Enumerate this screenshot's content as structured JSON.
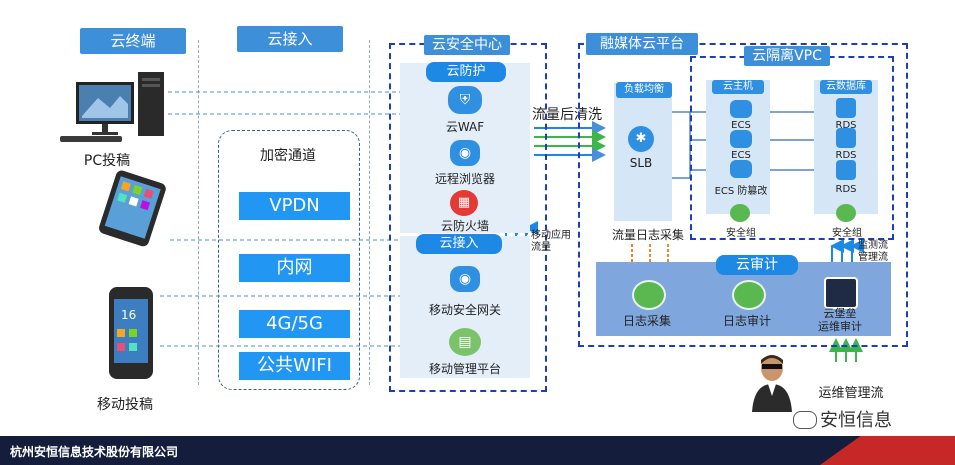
{
  "columns": {
    "terminal": "云终端",
    "access": "云接入"
  },
  "devices": {
    "pc": "PC投稿",
    "mobile": "移动投稿"
  },
  "encrypted": {
    "title": "加密通道",
    "channels": [
      "VPDN",
      "内网",
      "4G/5G",
      "公共WIFI"
    ]
  },
  "security_center": {
    "title": "云安全中心",
    "protection": "云防护",
    "waf": "云WAF",
    "browser": "远程浏览器",
    "firewall": "云防火墙",
    "cloud_access": "云接入",
    "mobile_gateway": "移动安全网关",
    "mobile_mgmt": "移动管理平台",
    "mobile_traffic": "移动应用\n流量"
  },
  "flow_label": "流量后清洗",
  "media_platform": {
    "title": "融媒体云平台",
    "lb": "负载均衡",
    "slb": "SLB",
    "log_collect_top": "流量日志采集",
    "vpc_title": "云隔离VPC",
    "host_col": "云主机",
    "db_col": "云数据库",
    "ecs": [
      "ECS",
      "ECS",
      "ECS 防篡改"
    ],
    "rds": [
      "RDS",
      "RDS",
      "RDS"
    ],
    "sg1": "安全组",
    "sg2": "安全组",
    "monitor": "监测流\n管理流",
    "audit_title": "云审计",
    "log_collect": "日志采集",
    "log_audit": "日志审计",
    "bastion": "云堡垒\n运维审计"
  },
  "ops_flow": "运维管理流",
  "watermark": "安恒信息",
  "footer": "杭州安恒信息技术股份有限公司",
  "colors": {
    "header_blue": "#3d8fd9",
    "dash_blue": "#1e3db8",
    "green": "#59b84f",
    "footer": "#141e3c"
  }
}
